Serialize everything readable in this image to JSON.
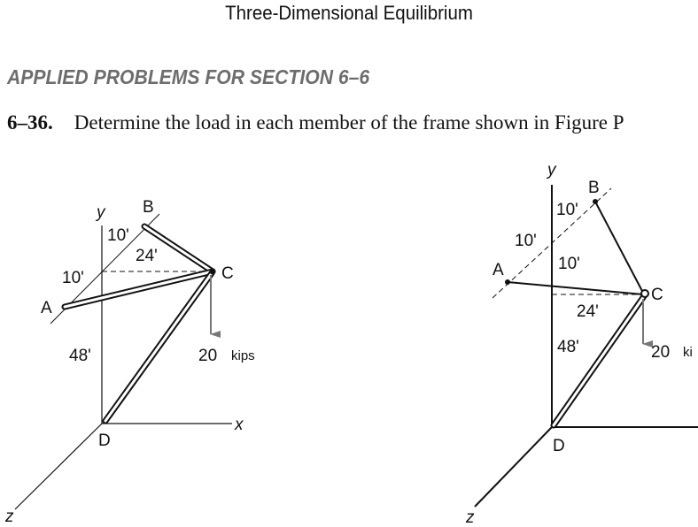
{
  "page": {
    "running_title": "Three-Dimensional Equilibrium",
    "section_heading": "APPLIED PROBLEMS FOR SECTION 6–6",
    "problem": {
      "number": "6–36.",
      "text": "Determine the load in each member of the frame shown in Figure P"
    }
  },
  "figure_left": {
    "axes": {
      "x": "x",
      "y": "y",
      "z": "z"
    },
    "points": {
      "A": "A",
      "B": "B",
      "C": "C",
      "D": "D"
    },
    "dimensions": {
      "ab_upper": "10'",
      "ab_lower": "10'",
      "horizontal": "24'",
      "height": "48'"
    },
    "load": {
      "value": "20",
      "unit": "kips"
    }
  },
  "figure_right": {
    "axes": {
      "y": "y",
      "z": "z"
    },
    "points": {
      "A": "A",
      "B": "B",
      "C": "C",
      "D": "D"
    },
    "dimensions": {
      "b_offset": "10'",
      "a_offset": "10'",
      "vertical": "10'",
      "horizontal": "24'",
      "height": "48'"
    },
    "load": {
      "value": "20",
      "unit": "ki"
    }
  },
  "colors": {
    "load_arrow": "#777777",
    "section_heading": "#6d6d6d"
  }
}
